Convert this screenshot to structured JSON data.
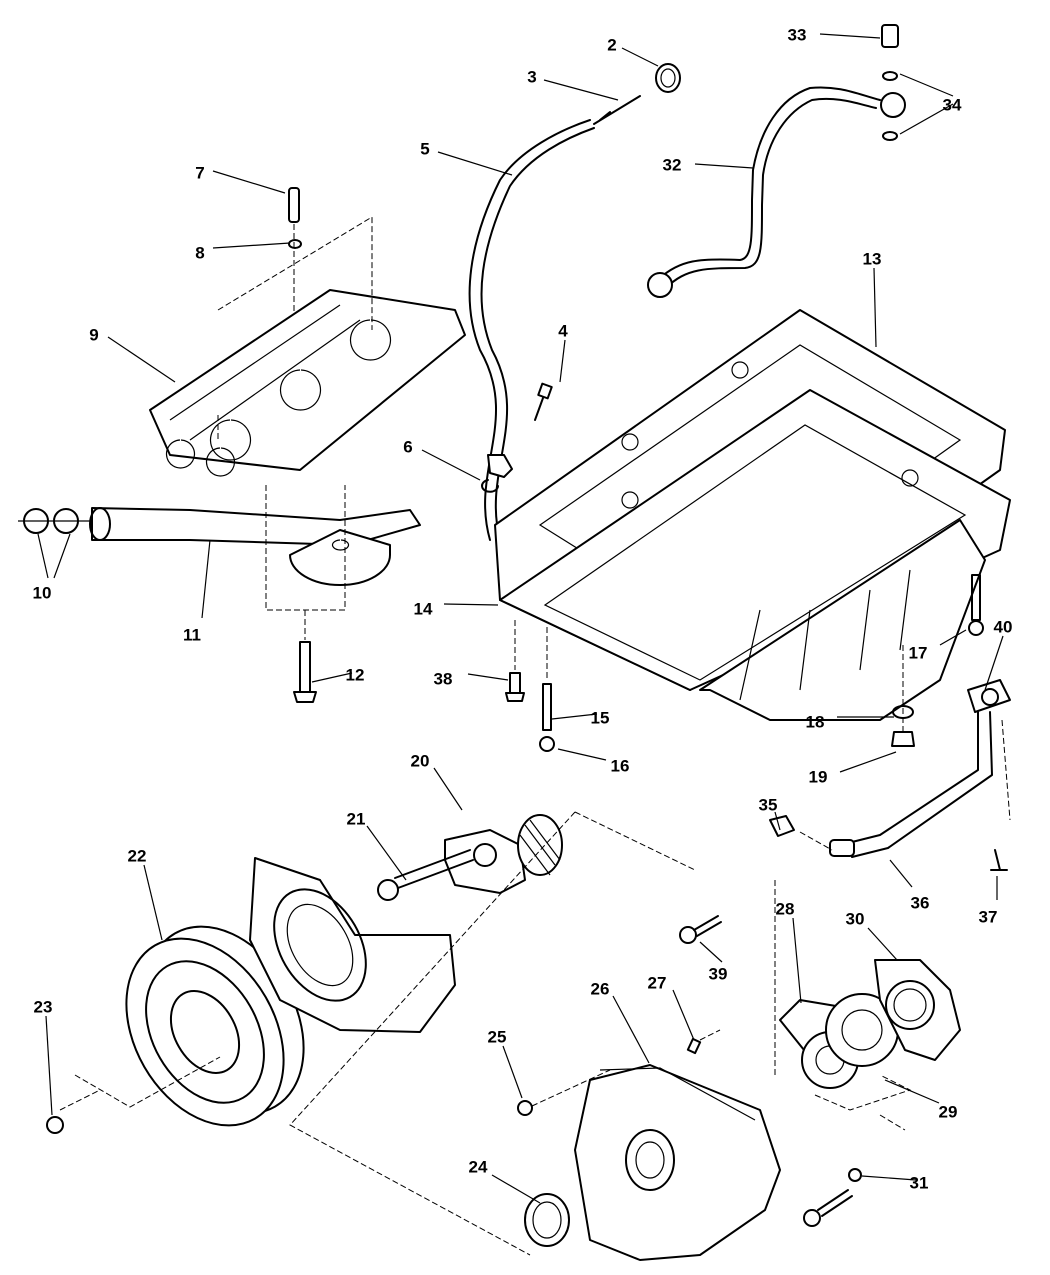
{
  "diagram": {
    "type": "exploded-parts-diagram",
    "subject": "engine oil pan, oil pump, timing cover and crankshaft pulley assembly",
    "background_color": "#ffffff",
    "line_color": "#000000",
    "callouts": [
      {
        "id": "2",
        "part": "dipstick"
      },
      {
        "id": "3",
        "part": "o-ring"
      },
      {
        "id": "4",
        "part": "bolt"
      },
      {
        "id": "5",
        "part": "dipstick-tube"
      },
      {
        "id": "6",
        "part": "o-ring"
      },
      {
        "id": "7",
        "part": "dowel"
      },
      {
        "id": "8",
        "part": "o-ring"
      },
      {
        "id": "9",
        "part": "bearing-cap-bedplate"
      },
      {
        "id": "10",
        "part": "o-rings"
      },
      {
        "id": "11",
        "part": "oil-pickup-tube"
      },
      {
        "id": "12",
        "part": "bolt"
      },
      {
        "id": "13",
        "part": "gasket"
      },
      {
        "id": "14",
        "part": "oil-pan"
      },
      {
        "id": "15",
        "part": "stud"
      },
      {
        "id": "16",
        "part": "nut"
      },
      {
        "id": "17",
        "part": "bolt"
      },
      {
        "id": "18",
        "part": "gasket"
      },
      {
        "id": "19",
        "part": "drain-plug"
      },
      {
        "id": "20",
        "part": "sprocket"
      },
      {
        "id": "21",
        "part": "bolt"
      },
      {
        "id": "22",
        "part": "crankshaft-pulley-damper"
      },
      {
        "id": "23",
        "part": "bolt"
      },
      {
        "id": "24",
        "part": "front-seal"
      },
      {
        "id": "25",
        "part": "bolt"
      },
      {
        "id": "26",
        "part": "timing-cover"
      },
      {
        "id": "27",
        "part": "dowel"
      },
      {
        "id": "28",
        "part": "oil-pump-gear"
      },
      {
        "id": "29",
        "part": "oil-pump-gear"
      },
      {
        "id": "30",
        "part": "oil-pump-housing"
      },
      {
        "id": "31",
        "part": "washer"
      },
      {
        "id": "32",
        "part": "oil-line"
      },
      {
        "id": "33",
        "part": "banjo-bolt"
      },
      {
        "id": "34",
        "part": "washers"
      },
      {
        "id": "35",
        "part": "fitting"
      },
      {
        "id": "36",
        "part": "oil-tube"
      },
      {
        "id": "37",
        "part": "bolt"
      },
      {
        "id": "38",
        "part": "bolt"
      },
      {
        "id": "39",
        "part": "bolt"
      },
      {
        "id": "40",
        "part": "gasket"
      }
    ]
  }
}
